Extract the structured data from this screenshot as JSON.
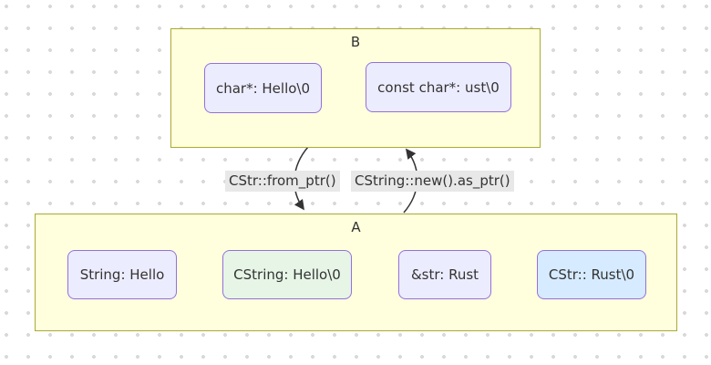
{
  "diagram": {
    "clusters": {
      "b": {
        "label": "B"
      },
      "a": {
        "label": "A"
      }
    },
    "nodes": {
      "b1": {
        "label": "char*: Hello\\0"
      },
      "b2": {
        "label": "const char*: ust\\0"
      },
      "a1": {
        "label": "String: Hello"
      },
      "a2": {
        "label": "CString: Hello\\0"
      },
      "a3": {
        "label": "&str: Rust"
      },
      "a4": {
        "label": "CStr:: Rust\\0"
      }
    },
    "edges": {
      "b_to_a": {
        "label": "CStr::from_ptr()"
      },
      "a_to_b": {
        "label": "CString::new().as_ptr()"
      }
    },
    "colors": {
      "cluster_fill": "#ffffde",
      "cluster_border": "#aaaa33",
      "node_fill_default": "#ececff",
      "node_fill_green": "#e6f5e6",
      "node_fill_blue": "#d6ebff",
      "node_border": "#9370db",
      "edge_stroke": "#333333",
      "edge_label_bg": "#e8e8e8",
      "text": "#333333",
      "background_dots": "#d9d9d9"
    }
  }
}
